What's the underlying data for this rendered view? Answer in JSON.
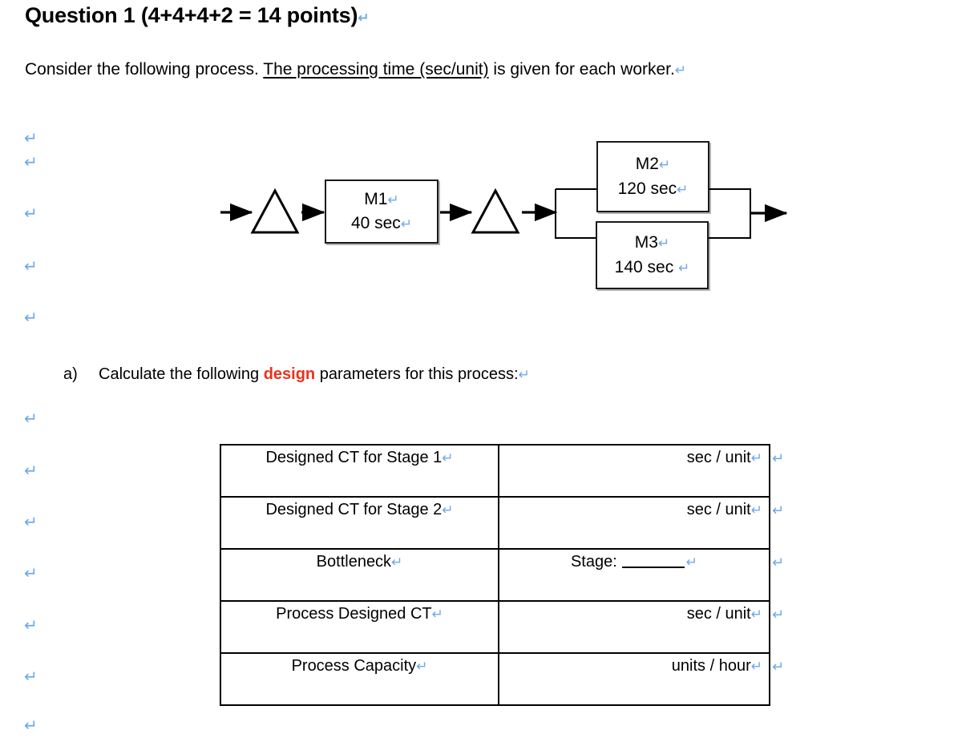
{
  "document": {
    "title": "Question 1 (4+4+4+2 = 14 points)",
    "intro_prefix": "Consider the following process. ",
    "intro_underlined": "The processing time (sec/unit)",
    "intro_suffix": " is given for each worker.",
    "pilcrow_glyph": "↵"
  },
  "diagram": {
    "boxes": [
      {
        "id": "m1",
        "name": "M1",
        "time": "40 sec"
      },
      {
        "id": "m2",
        "name": "M2",
        "time": "120 sec"
      },
      {
        "id": "m3",
        "name": "M3",
        "time": "140 sec"
      }
    ],
    "buffer_symbol": "triangle",
    "flow": "in -> buffer -> M1 -> buffer -> split(M2, M3) -> merge -> out"
  },
  "part_a": {
    "marker": "a)",
    "text_before": "Calculate the following ",
    "emphasis": "design",
    "text_after": " parameters for this process:",
    "emphasis_color": "#E8321E"
  },
  "table": {
    "rows": [
      {
        "label": "Designed CT for Stage 1",
        "value": "sec / unit",
        "align": "right"
      },
      {
        "label": "Designed CT for Stage 2",
        "value": "sec / unit",
        "align": "right"
      },
      {
        "label": "Bottleneck",
        "value": "Stage:",
        "align": "center",
        "has_blank": true
      },
      {
        "label": "Process Designed CT",
        "value": "sec / unit",
        "align": "right"
      },
      {
        "label": "Process Capacity",
        "value": "units / hour",
        "align": "right"
      }
    ]
  },
  "marks": {
    "color": "#6DA9E8",
    "left_margin_y": [
      168,
      198,
      262,
      327,
      391,
      518,
      581,
      645,
      709,
      773,
      837,
      899
    ],
    "left_margin_x": 30
  }
}
